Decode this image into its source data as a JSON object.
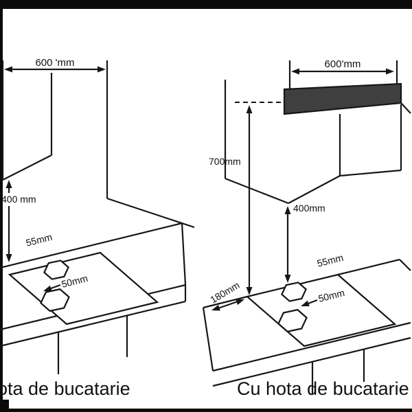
{
  "left": {
    "width_label": "600 'mm",
    "clearance_label": "400 mm",
    "depth_label": "55mm",
    "burner_label": "50mm",
    "caption": "ota de bucatarie"
  },
  "right": {
    "width_label": "600'mm",
    "hood_clearance_label": "700mm",
    "clearance_label": "400mm",
    "edge_label": "180mm",
    "depth_label": "55mm",
    "burner_label": "50mm",
    "caption": "Cu hota de bucatarie"
  },
  "colors": {
    "line": "#161616",
    "hood_fill": "#3f3f3f",
    "background": "#ffffff",
    "text": "#111111"
  }
}
